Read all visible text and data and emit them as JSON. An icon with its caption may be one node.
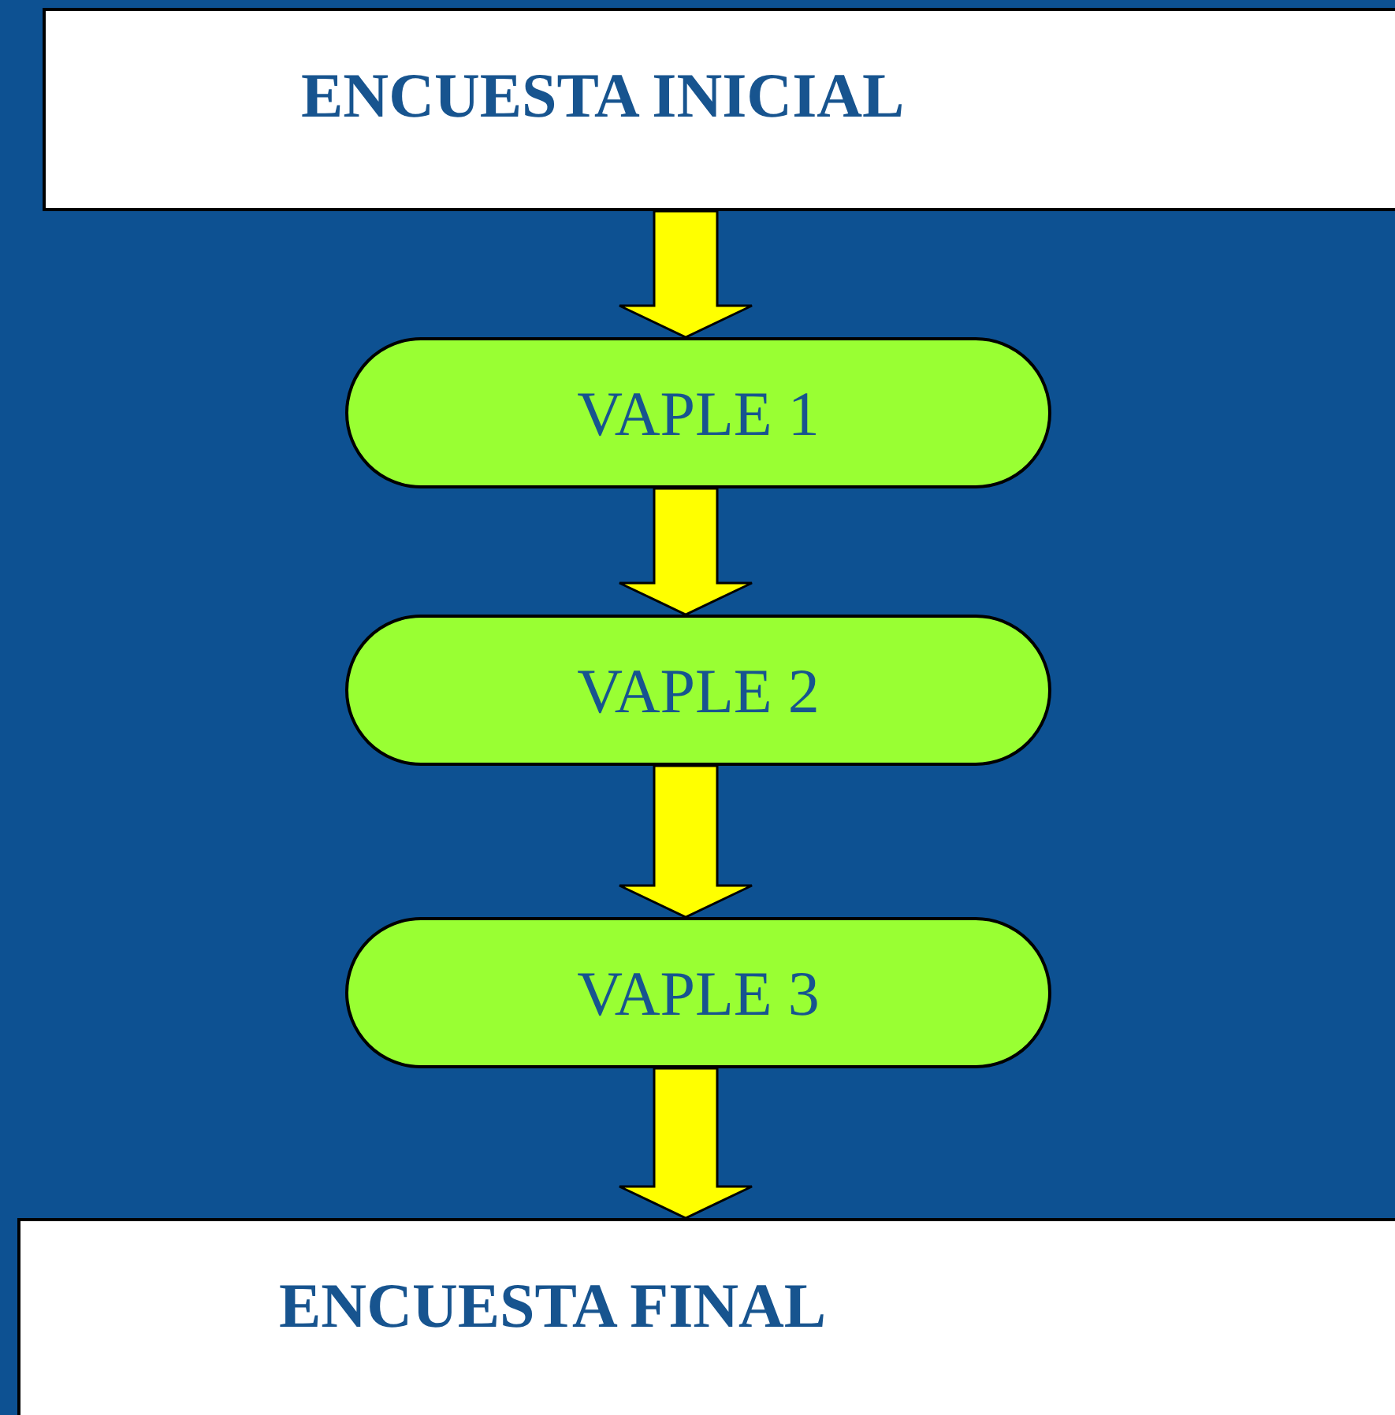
{
  "diagram": {
    "nodes": [
      {
        "text": [
          "ENCUESTA INICIAL"
        ]
      },
      {
        "text": [
          "VAPLE 1"
        ]
      },
      {
        "text": [
          "VAPLE 2"
        ]
      },
      {
        "text": [
          "VAPLE 3"
        ]
      },
      {
        "text": [
          "ENCUESTA FINAL"
        ]
      }
    ],
    "edges": [
      {
        "from": 0,
        "to": 1,
        "arrow": "to"
      },
      {
        "from": 1,
        "to": 2,
        "arrow": "to"
      },
      {
        "from": 2,
        "to": 3,
        "arrow": "to"
      },
      {
        "from": 3,
        "to": 4,
        "arrow": "to"
      }
    ]
  }
}
